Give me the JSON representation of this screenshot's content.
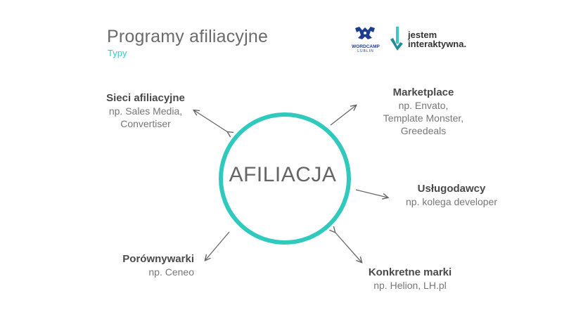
{
  "header": {
    "title": "Programy afiliacyjne",
    "subtitle": "Typy"
  },
  "logos": {
    "wordcamp_label": "WORDCAMP",
    "wordcamp_city": "LUBLIN",
    "jestem_line1": "jestem",
    "jestem_line2": "interaktywna."
  },
  "center": {
    "label": "AFILIACJA",
    "color": "#2fc9bd"
  },
  "nodes": [
    {
      "head": "Sieci afiliacyjne",
      "sub1": "np. Sales Media,",
      "sub2": "Convertiser"
    },
    {
      "head": "Marketplace",
      "sub1": "np. Envato,",
      "sub2": "Template Monster,",
      "sub3": "Greedeals"
    },
    {
      "head": "Usługodawcy",
      "sub1": "np. kolega developer"
    },
    {
      "head": "Porównywarki",
      "sub1": "np. Ceneo"
    },
    {
      "head": "Konkretne marki",
      "sub1": "np. Helion, LH.pl"
    }
  ]
}
